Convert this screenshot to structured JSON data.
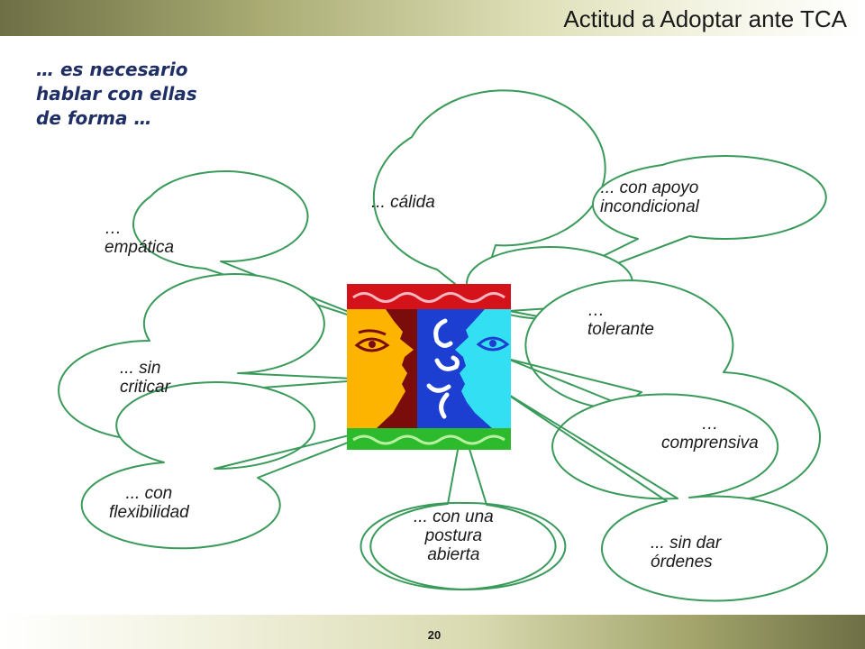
{
  "header": {
    "title": "Actitud a Adoptar ante  TCA"
  },
  "intro": "… es necesario\nhablar con ellas\nde forma …",
  "bubbles": {
    "empatica": "…\nempática",
    "calida": "... cálida",
    "apoyo": "... con apoyo\nincondicional",
    "tolerante": "…\ntolerante",
    "sin_criticar": "... sin\ncriticar",
    "comprensiva": "…\ncomprensiva",
    "flexibilidad": "... con\nflexibilidad",
    "postura": "... con una\npostura\nabierta",
    "sin_ordenes": "... sin dar\nórdenes"
  },
  "footer": {
    "page_number": "20"
  },
  "colors": {
    "bubble_stroke": "#3a9a5a",
    "red": "#d3121a",
    "yellow": "#fcb400",
    "dark_red": "#7a0c0c",
    "blue": "#1c3fd2",
    "cyan": "#33dff2",
    "green": "#2dbb2d"
  }
}
